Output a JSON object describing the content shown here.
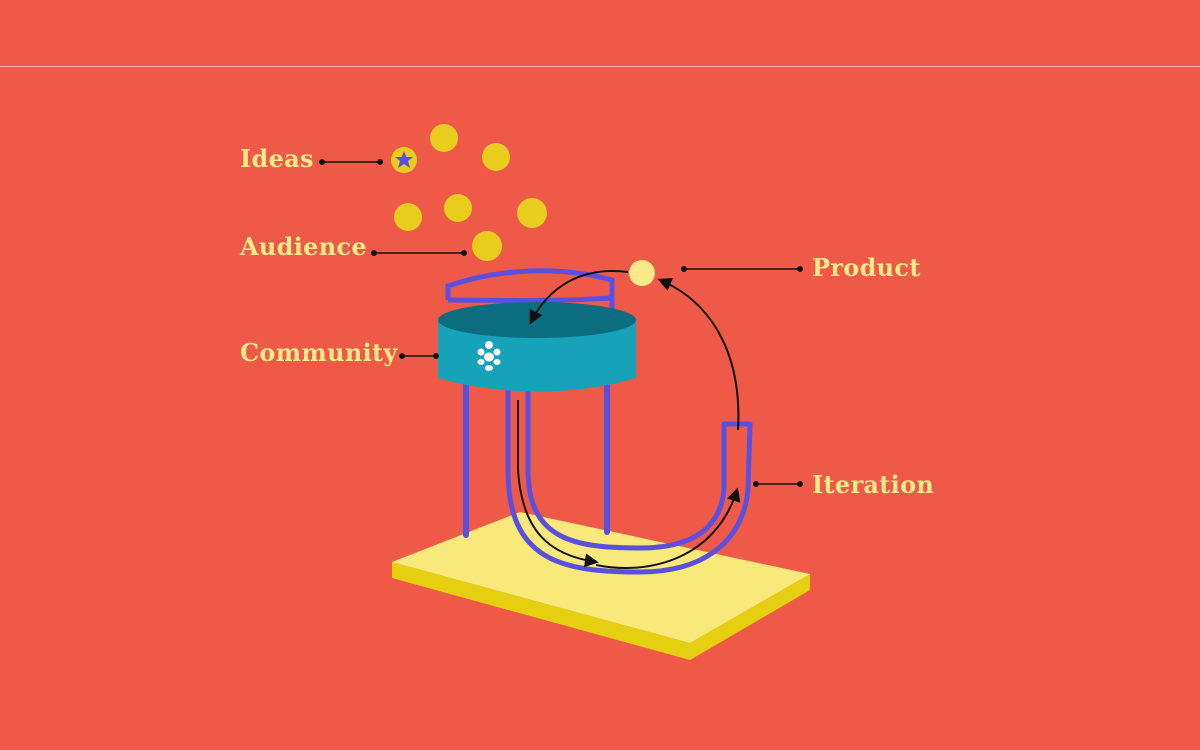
{
  "diagram": {
    "labels": {
      "ideas": "Ideas",
      "audience": "Audience",
      "community": "Community",
      "product": "Product",
      "iteration": "Iteration"
    },
    "colors": {
      "background": "#ef5a48",
      "label_text": "#fbe98a",
      "idea_bubble": "#e8cc1e",
      "base_top": "#f8e97a",
      "base_side": "#e6cf10",
      "community_cylinder": "#16a2b8",
      "community_cylinder_top": "#0c6c80",
      "pipes": "#5a50e0",
      "product_dot": "#fbe98a",
      "arrows": "#111111"
    },
    "icons": {
      "highlighted_idea": "star-icon",
      "community": "people-group-icon"
    }
  }
}
